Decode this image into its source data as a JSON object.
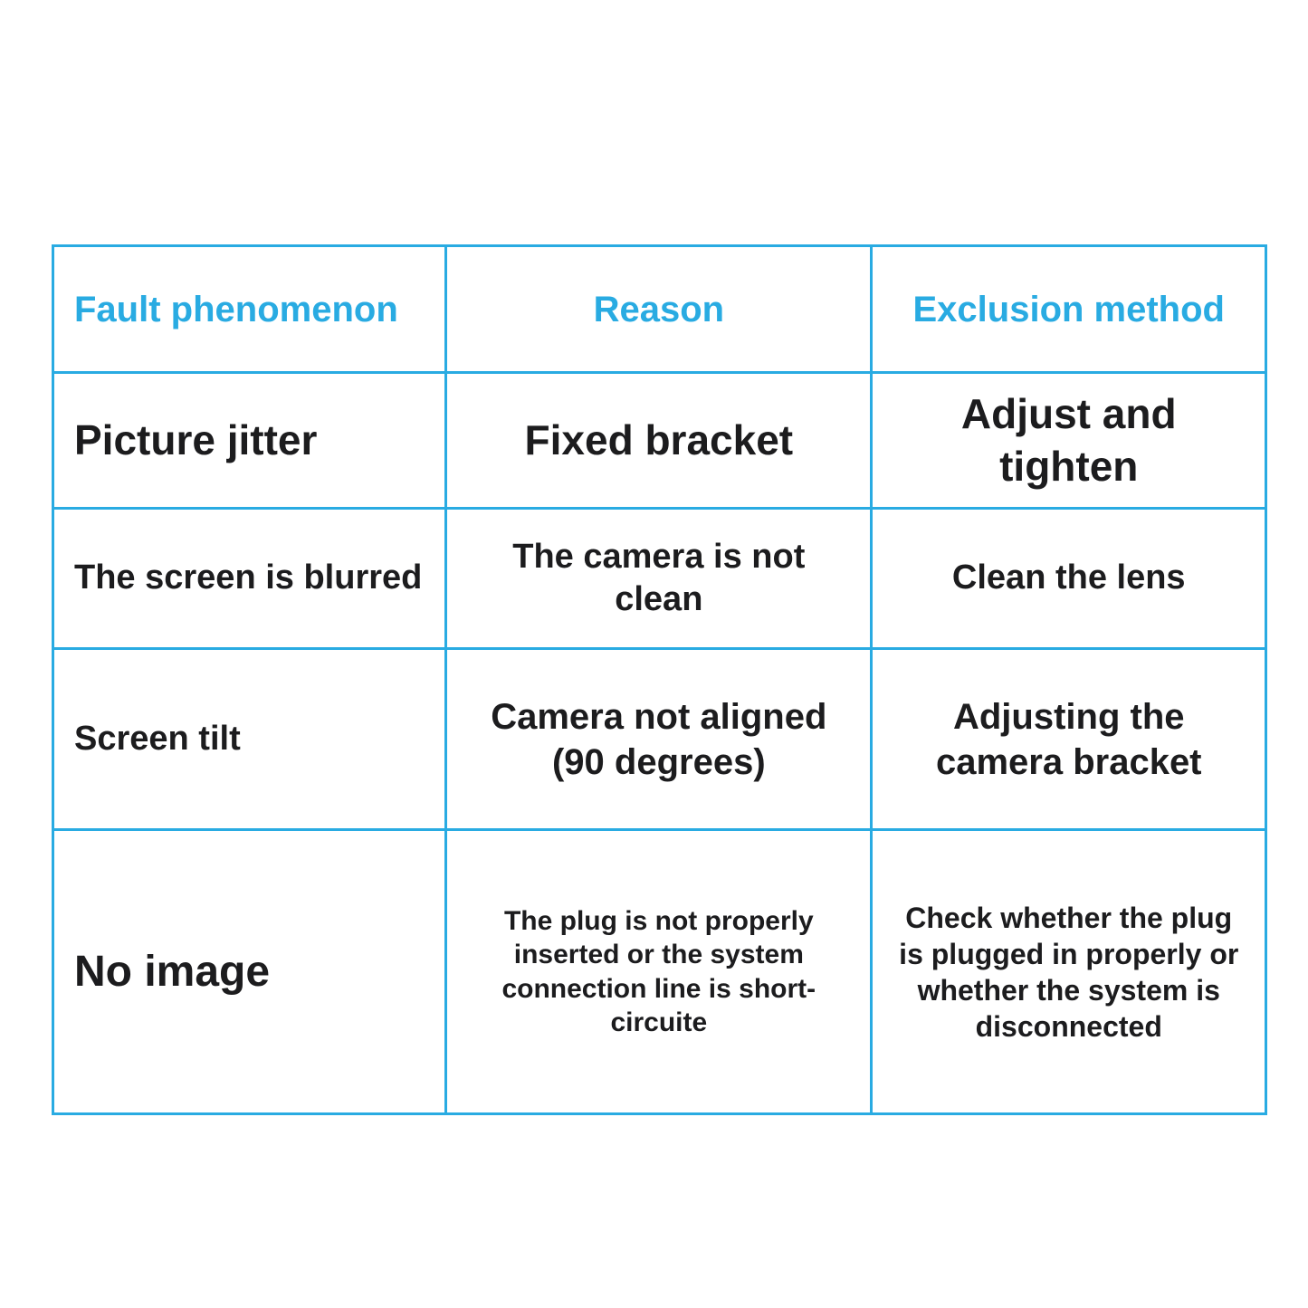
{
  "colors": {
    "accent": "#29abe2",
    "body_text": "#1c1c1e",
    "background": "#ffffff"
  },
  "table": {
    "headers": [
      "Fault phenomenon",
      "Reason",
      "Exclusion method"
    ],
    "rows": [
      {
        "cells": [
          "Picture jitter",
          "Fixed bracket",
          "Adjust and tighten"
        ]
      },
      {
        "cells": [
          "The screen is blurred",
          "The camera is not clean",
          "Clean the lens"
        ]
      },
      {
        "cells": [
          "Screen tilt",
          "Camera not aligned (90 degrees)",
          "Adjusting the camera bracket"
        ]
      },
      {
        "cells": [
          "No image",
          "The plug is not properly inserted or the system connection line is short-circuite",
          "Check whether the plug is plugged in properly or whether the system is disconnected"
        ]
      }
    ]
  }
}
